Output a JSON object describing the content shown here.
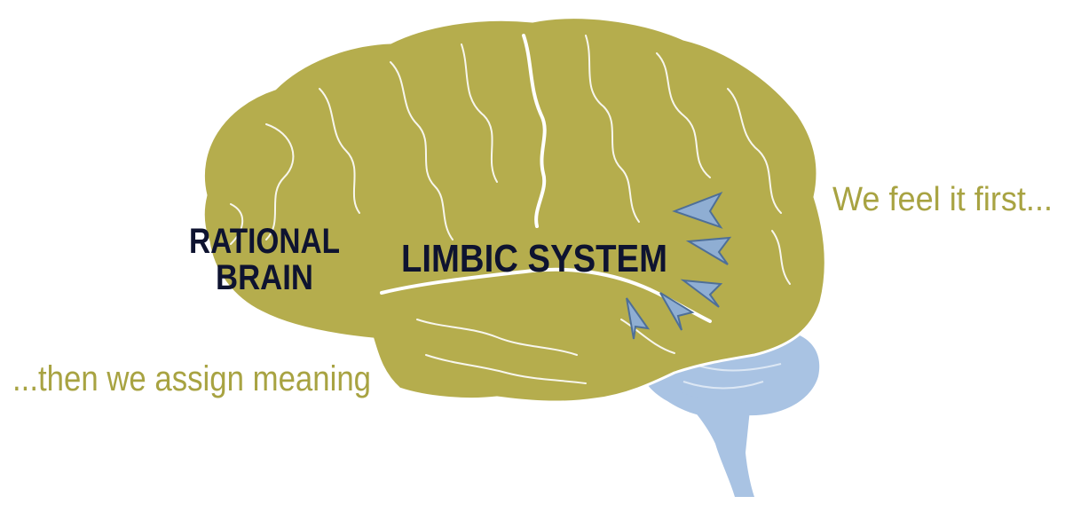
{
  "labels": {
    "rational_line1": "RATIONAL",
    "rational_line2": "BRAIN",
    "limbic": "LIMBIC SYSTEM",
    "feel_first": "We feel it first...",
    "assign_meaning": "...then we assign meaning"
  },
  "colors": {
    "brain_fill": "#b5ad4d",
    "brain_outline": "#ffffff",
    "sulci": "#ffffff",
    "brainstem_fill": "#a9c3e3",
    "arrow_fill": "#8faed3",
    "arrow_shadow": "#4e6f98",
    "text_dark": "#0e1330",
    "text_olive": "#a8a342"
  },
  "icons": {
    "arrows": "emotion-arrow-icon"
  }
}
